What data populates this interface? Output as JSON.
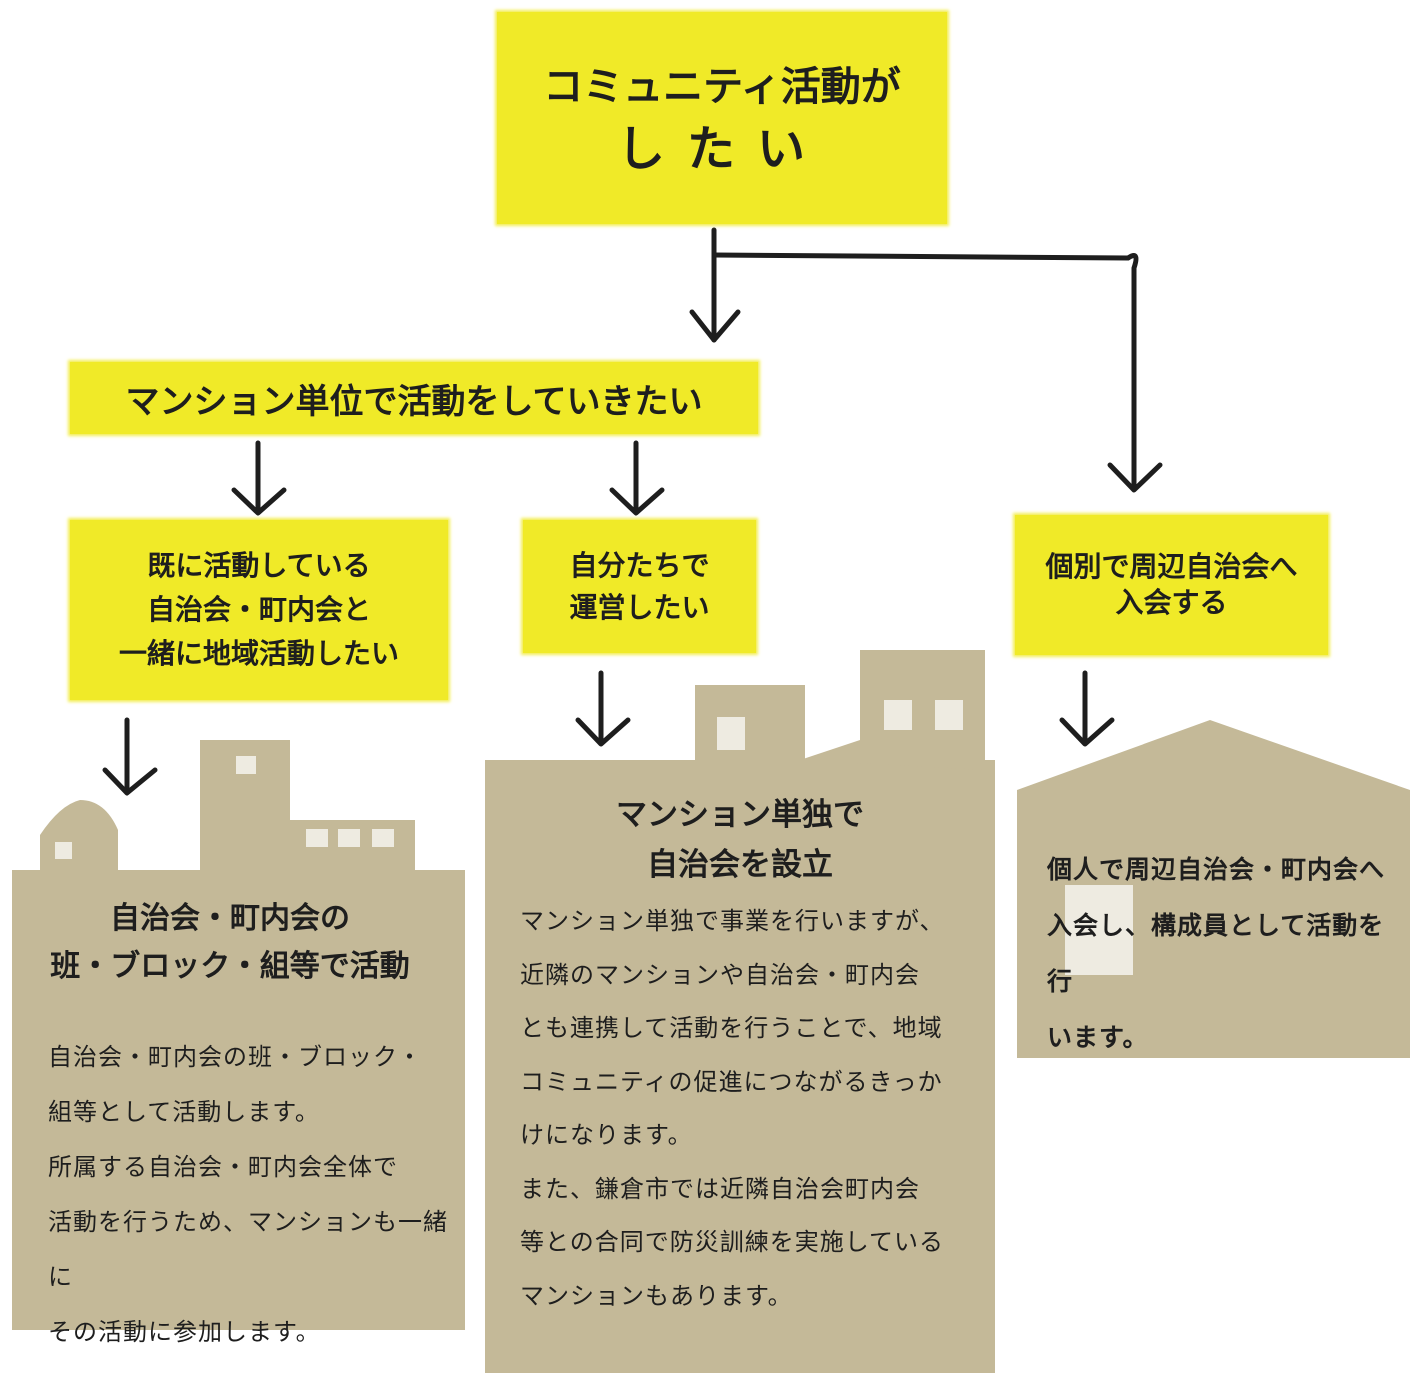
{
  "top": {
    "line1": "コミュニティ活動が",
    "line2": "したい"
  },
  "mid": {
    "text": "マンション単位で活動をしていきたい"
  },
  "options": [
    {
      "label": "既に活動している\n自治会・町内会と\n一緒に地域活動したい"
    },
    {
      "label": "自分たちで\n運営したい"
    },
    {
      "label": "個別で周辺自治会へ\n入会する"
    }
  ],
  "results": [
    {
      "title": "自治会・町内会の\n班・ブロック・組等で活動",
      "body": "自治会・町内会の班・ブロック・\n組等として活動します。\n所属する自治会・町内会全体で\n活動を行うため、マンションも一緒に\nその活動に参加します。"
    },
    {
      "title": "マンション単独で\n自治会を設立",
      "body": "マンション単独で事業を行いますが、\n近隣のマンションや自治会・町内会\nとも連携して活動を行うことで、地域\nコミュニティの促進につながるきっか\nけになります。\nまた、鎌倉市では近隣自治会町内会\n等との合同で防災訓練を実施している\nマンションもあります。"
    },
    {
      "title": "",
      "body": "個人で周辺自治会・町内会へ\n入会し、構成員として活動を行\nいます。"
    }
  ],
  "colors": {
    "yellow": "#f0ea28",
    "building": "#c4b998",
    "window": "#eeebe1",
    "ink": "#1e1e1e"
  }
}
